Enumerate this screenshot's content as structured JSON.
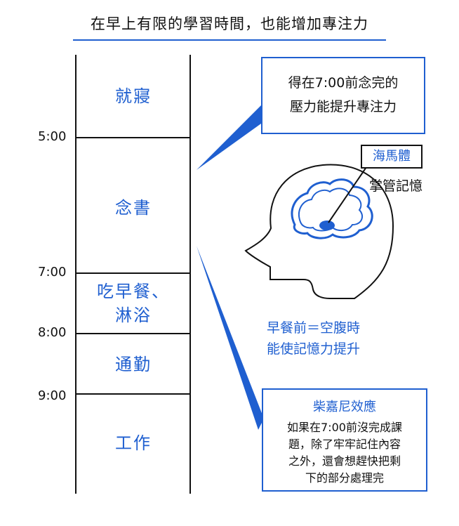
{
  "title": "在早上有限的學習時間，也能增加專注力",
  "times": [
    "5:00",
    "7:00",
    "8:00",
    "9:00"
  ],
  "slots": [
    {
      "line1": "就寢",
      "line2": ""
    },
    {
      "line1": "念書",
      "line2": ""
    },
    {
      "line1": "吃早餐、",
      "line2": "淋浴"
    },
    {
      "line1": "通勤",
      "line2": ""
    },
    {
      "line1": "工作",
      "line2": ""
    }
  ],
  "callout_top": {
    "line1": "得在7:00前念完的",
    "line2": "壓力能提升專注力"
  },
  "brain": {
    "hippocampus_label": "海馬體",
    "memory_label": "掌管記憶"
  },
  "breakfast_note": {
    "line1": "早餐前＝空腹時",
    "line2": "能使記憶力提升"
  },
  "callout_bottom": {
    "title": "柴嘉尼效應",
    "lines": [
      "如果在7:00前沒完成課",
      "題，除了牢牢記住內容",
      "之外，還會想趕快把剩",
      "下的部分處理完"
    ]
  },
  "colors": {
    "accent": "#1f5fd0",
    "line": "#111111"
  }
}
